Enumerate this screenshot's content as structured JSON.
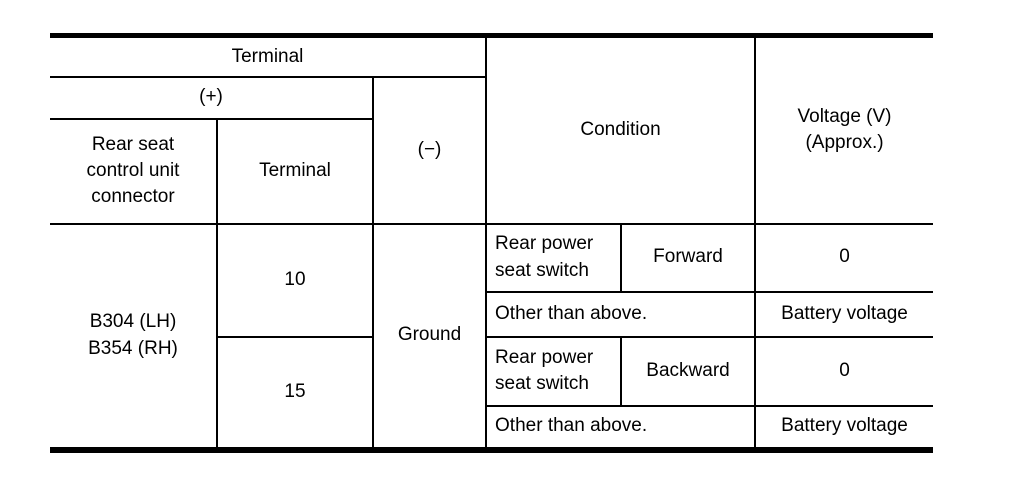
{
  "page": {
    "background_color": "#ffffff",
    "text_color": "#000000",
    "border_color": "#000000"
  },
  "table": {
    "header": {
      "terminal_group": "Terminal",
      "plus": "(+)",
      "minus": "(−)",
      "connector": "Rear seat control unit connector",
      "terminal": "Terminal",
      "condition": "Condition",
      "voltage_line1": "Voltage (V)",
      "voltage_line2": "(Approx.)"
    },
    "body": {
      "connector_line1": "B304 (LH)",
      "connector_line2": "B354 (RH)",
      "ground": "Ground",
      "rows": [
        {
          "terminal": "10",
          "switch": "Rear power seat switch",
          "direction": "Forward",
          "voltage": "0"
        },
        {
          "condition": "Other than above.",
          "voltage": "Battery voltage"
        },
        {
          "terminal": "15",
          "switch": "Rear power seat switch",
          "direction": "Backward",
          "voltage": "0"
        },
        {
          "condition": "Other than above.",
          "voltage": "Battery voltage"
        }
      ]
    }
  }
}
